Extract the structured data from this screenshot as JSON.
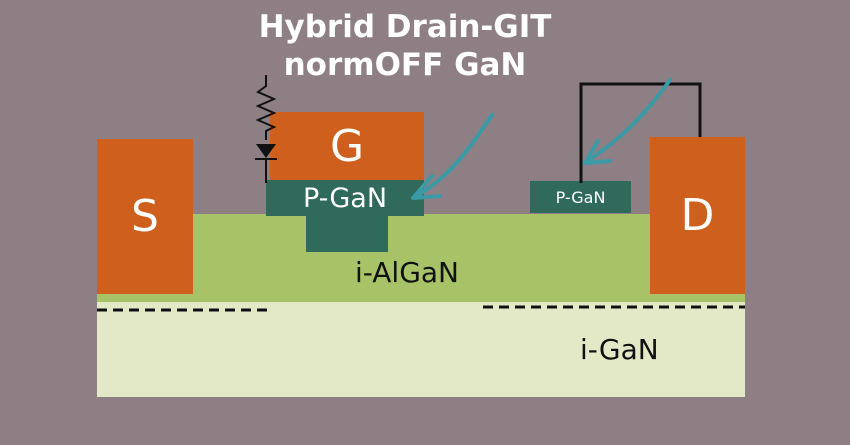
{
  "title": {
    "line1": "Hybrid Drain-GIT",
    "line2": "normOFF GaN"
  },
  "electrodes": {
    "source": "S",
    "gate": "G",
    "drain": "D"
  },
  "layers": {
    "p_gan_gate": "P-GaN",
    "p_gan_drain": "P-GaN",
    "algan": "i-AlGaN",
    "gan": "i-GaN"
  },
  "colors": {
    "background": "#8e7f84",
    "electrode": "#cf5f1d",
    "p_gan": "#2f6a5b",
    "algan": "#a8c367",
    "gan": "#e3e8c6",
    "arrow": "#3a9aa6"
  }
}
